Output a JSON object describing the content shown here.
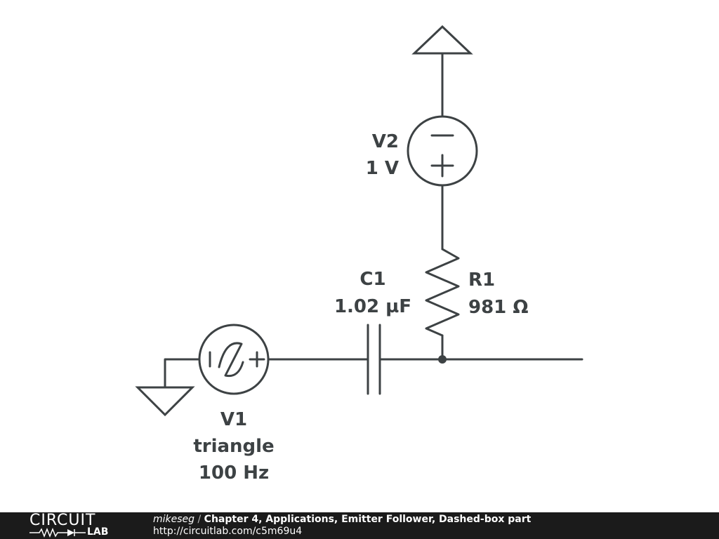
{
  "components": {
    "v2": {
      "ref": "V2",
      "value": "1 V",
      "minus_symbol": "−",
      "plus_symbol": "+"
    },
    "r1": {
      "ref": "R1",
      "value": "981 Ω"
    },
    "c1": {
      "ref": "C1",
      "value": "1.02 µF"
    },
    "v1": {
      "ref": "V1",
      "waveform": "triangle",
      "frequency": "100 Hz",
      "minus_symbol": "−",
      "plus_symbol": "+"
    }
  },
  "footer": {
    "logo_top": "CIRCUIT",
    "logo_bottom": "LAB",
    "author": "mikeseg",
    "separator": " / ",
    "title": "Chapter 4, Applications, Emitter Follower, Dashed-box part",
    "url": "http://circuitlab.com/c5m69u4"
  },
  "colors": {
    "wire": "#3d4244",
    "footer_bg": "#1b1b1b"
  }
}
